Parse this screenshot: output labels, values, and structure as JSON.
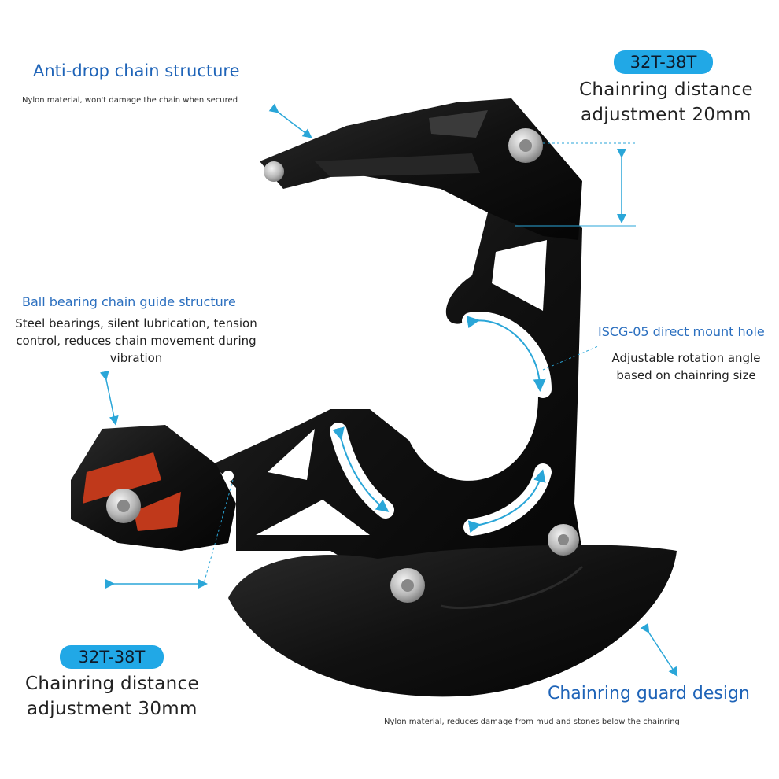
{
  "anti_drop": {
    "title": "Anti-drop chain structure",
    "desc": "Nylon material, won't damage the chain when secured"
  },
  "top_adjust": {
    "badge": "32T-38T",
    "line1": "Chainring distance",
    "line2": "adjustment 20mm"
  },
  "ball_bearing": {
    "title": "Ball bearing chain guide structure",
    "line1": "Steel bearings, silent lubrication, tension",
    "line2": "control, reduces chain movement during",
    "line3": "vibration"
  },
  "iscg": {
    "title": "ISCG-05 direct mount hole",
    "line1": "Adjustable rotation angle",
    "line2": "based on chainring size"
  },
  "bottom_adjust": {
    "badge": "32T-38T",
    "line1": "Chainring distance",
    "line2": "adjustment 30mm"
  },
  "guard": {
    "title": "Chainring guard design",
    "desc": "Nylon material, reduces damage from mud and stones below the chainring"
  },
  "colors": {
    "accent_blue": "#1f64b8",
    "badge_blue": "#21a8e6",
    "part_black": "#111111",
    "roller_orange": "#c0391b",
    "arrow_cyan": "#2aa6d8"
  }
}
